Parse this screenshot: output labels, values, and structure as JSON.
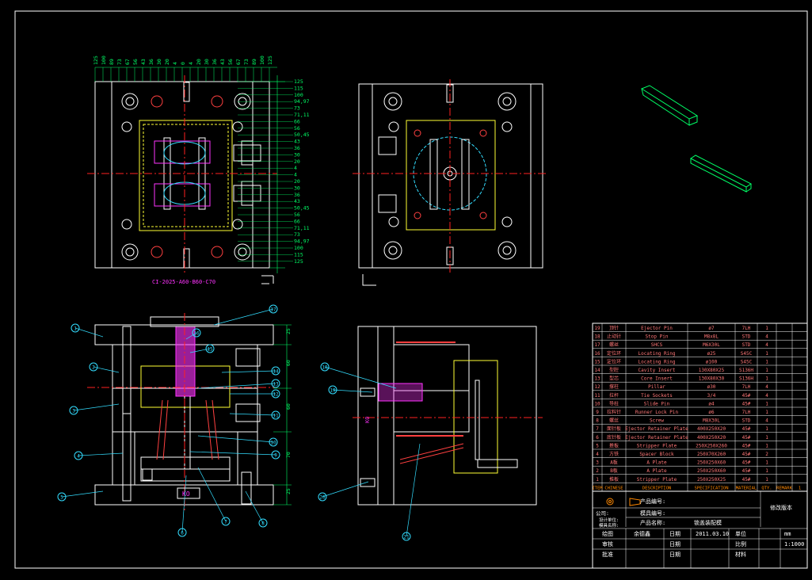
{
  "drawing": {
    "plan_caption": "CI-2025-A60-B60-C70",
    "front_stamp": "KO",
    "right_stamp": "KO",
    "left_dims_top": [
      "125",
      "115",
      "100",
      "94,97",
      "73",
      "71,11",
      "66",
      "56",
      "50,45",
      "43",
      "36",
      "30",
      "20",
      "4"
    ],
    "left_dims_bottom": [
      "4",
      "20",
      "30",
      "36",
      "43",
      "50,45",
      "56",
      "66",
      "71,11",
      "73",
      "94,97",
      "100",
      "115",
      "125"
    ],
    "top_dims": [
      "125",
      "100",
      "89",
      "73",
      "67",
      "56",
      "43",
      "36",
      "30",
      "20",
      "4",
      "0",
      "4",
      "20",
      "30",
      "36",
      "43",
      "56",
      "67",
      "73",
      "89",
      "100",
      "125"
    ],
    "front_side_dims": [
      "25",
      "60",
      "60",
      "70",
      "25"
    ],
    "front_balloons": [
      "1",
      "2",
      "3",
      "4",
      "5",
      "6",
      "7",
      "8",
      "9",
      "10",
      "11",
      "12",
      "13",
      "14",
      "15",
      "16",
      "17"
    ],
    "right_balloons": [
      "18",
      "19",
      "20",
      "21"
    ]
  },
  "bom": {
    "headers": [
      "ITEM",
      "CHINESE",
      "DESCRIPTION",
      "SPECIFICATION",
      "MATERIAL",
      "QTY.",
      "REMARK",
      "1"
    ],
    "rows": [
      [
        "19",
        "顶针",
        "Ejector Pin",
        "ø7",
        "7LH",
        "1"
      ],
      [
        "18",
        "止动针",
        "Stop Pin",
        "M8x8L",
        "STD",
        "4"
      ],
      [
        "17",
        "螺丝",
        "SHCS",
        "M6X30L",
        "STD",
        "4"
      ],
      [
        "16",
        "定位环",
        "Locating Ring",
        "ø25",
        "S45C",
        "1"
      ],
      [
        "15",
        "定位环",
        "Locating Ring",
        "ø100",
        "S45C",
        "1"
      ],
      [
        "14",
        "型腔",
        "Cavity Insert",
        "130X80X25",
        "S136H",
        "1"
      ],
      [
        "13",
        "型芯",
        "Core Insert",
        "130X80X30",
        "S136H",
        "1"
      ],
      [
        "12",
        "撑柱",
        "Pillar",
        "ø30",
        "7LH",
        "4"
      ],
      [
        "11",
        "拉杆",
        "Tie Sockets",
        "3/4",
        "45#",
        "4"
      ],
      [
        "10",
        "导柱",
        "Slide Pin",
        "ø4",
        "45#",
        "1"
      ],
      [
        "9",
        "拉料针",
        "Runner Lock Pin",
        "ø6",
        "7LH",
        "1"
      ],
      [
        "8",
        "螺丝",
        "Screw",
        "M8X30L",
        "STD",
        "4"
      ],
      [
        "7",
        "面针板",
        "Ejector Retainer Plate",
        "400X250X20",
        "45#",
        "1"
      ],
      [
        "6",
        "底针板",
        "Ejector Retainer Plate",
        "400X250X20",
        "45#",
        "1"
      ],
      [
        "5",
        "推板",
        "Stripper Plate",
        "250X250X260",
        "45#",
        "1"
      ],
      [
        "4",
        "方铁",
        "Spacer Block",
        "250X70X260",
        "45#",
        "2"
      ],
      [
        "3",
        "A板",
        "A Plate",
        "250X250X60",
        "45#",
        "1"
      ],
      [
        "2",
        "B板",
        "A Plate",
        "250X250X60",
        "45#",
        "1"
      ],
      [
        "1",
        "推板",
        "Stripper Plate",
        "250X250X25",
        "45#",
        "1"
      ]
    ]
  },
  "title_block": {
    "product_no_label": "产品编号:",
    "mold_no_label": "模具编号:",
    "product_name_label": "产品名称:",
    "product_name_value": "锁盖装配模",
    "revision_label": "修改版本",
    "company_label": "公司:",
    "company_sub_1": "设计单位:",
    "company_sub_2": "模具名称:",
    "row_drawn": [
      "绘图",
      "余德鑫",
      "日期",
      "2011.03.10",
      "单位",
      "mm"
    ],
    "row_check": [
      "审核",
      "",
      "日期",
      "",
      "比例",
      "1:1000"
    ],
    "row_approve": [
      "批准",
      "",
      "日期",
      "",
      "材料",
      ""
    ]
  },
  "colors": {
    "outline": "#ffffff",
    "dim": "#00ff66",
    "center": "#ff2020",
    "hidden": "#ff4040",
    "yellow": "#ffff33",
    "magenta": "#ff33ff",
    "cyan": "#33ddff",
    "bom_text": "#ff7777",
    "bom_header": "#ff8800"
  }
}
